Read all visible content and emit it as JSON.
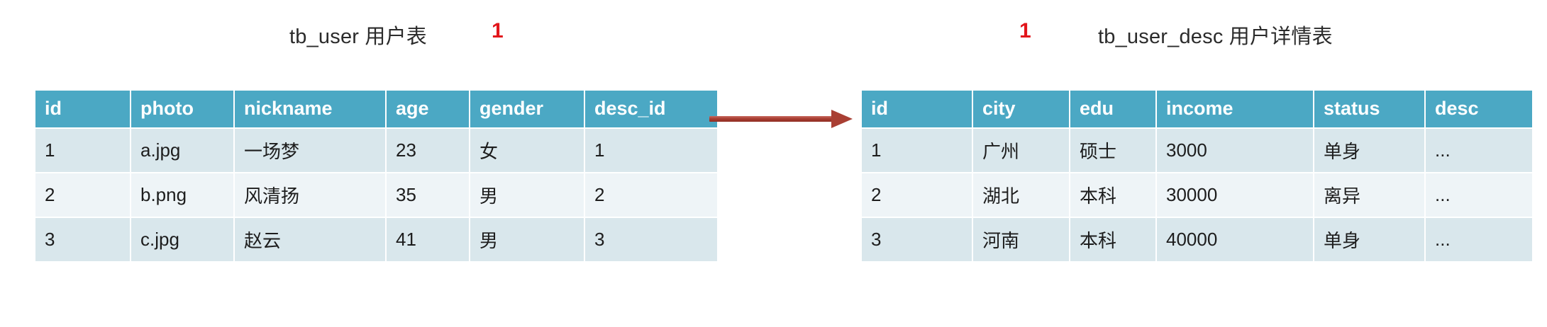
{
  "diagram": {
    "type": "er-relationship",
    "relationship": "one-to-one",
    "arrow_icon": "right-arrow-icon",
    "accent_color": "#4ba8c4",
    "row_color_odd": "#d9e7ec",
    "row_color_even": "#eef4f7",
    "cardinality_color": "#e2151b"
  },
  "left_table": {
    "title": "tb_user 用户表",
    "cardinality": "1",
    "columns": [
      "id",
      "photo",
      "nickname",
      "age",
      "gender",
      "desc_id"
    ],
    "rows": [
      [
        "1",
        "a.jpg",
        "一场梦",
        "23",
        "女",
        "1"
      ],
      [
        "2",
        "b.png",
        "风清扬",
        "35",
        "男",
        "2"
      ],
      [
        "3",
        "c.jpg",
        "赵云",
        "41",
        "男",
        "3"
      ]
    ]
  },
  "right_table": {
    "title": "tb_user_desc 用户详情表",
    "cardinality": "1",
    "columns": [
      "id",
      "city",
      "edu",
      "income",
      "status",
      "desc"
    ],
    "rows": [
      [
        "1",
        "广州",
        "硕士",
        "3000",
        "单身",
        "..."
      ],
      [
        "2",
        "湖北",
        "本科",
        "30000",
        "离异",
        "..."
      ],
      [
        "3",
        "河南",
        "本科",
        "40000",
        "单身",
        "..."
      ]
    ]
  }
}
